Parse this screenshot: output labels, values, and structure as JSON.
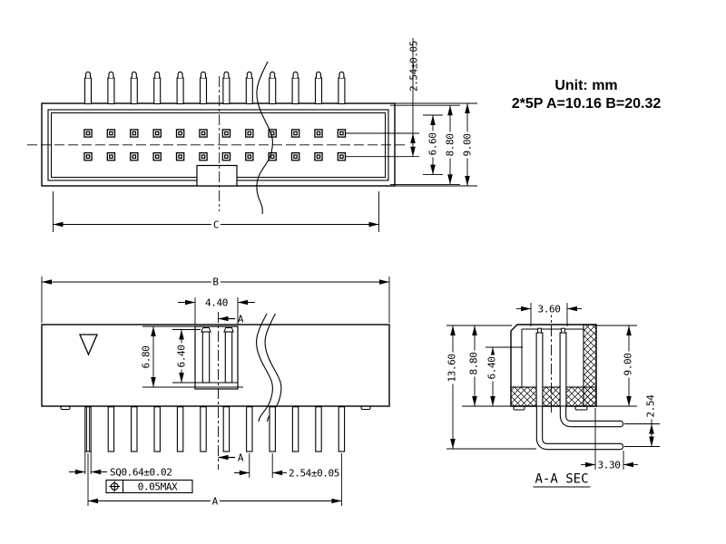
{
  "title": {
    "line1": "Unit: mm",
    "line2": "2*5P A=10.16 B=20.32"
  },
  "top_view": {
    "dim_row_pitch": "2.54±0.05",
    "dim_rows_span": "6.60",
    "dim_body_height": "8.80",
    "dim_total_height": "9.00",
    "dim_length": "C"
  },
  "front_view": {
    "dim_length": "B",
    "dim_slot_width": "4.40",
    "section_arrow_label": "A",
    "dim_inner_height": "6.80",
    "dim_cavity_height": "6.40",
    "dim_pin_square": "SQ0.64±0.02",
    "tolerance_frame_value": "0.05MAX",
    "dim_pin_pitch": "2.54±0.05",
    "dim_pin_span": "A"
  },
  "section_view": {
    "dim_slot_width": "3.60",
    "dim_total_height": "13.60",
    "dim_body_height": "8.80",
    "dim_cavity_height": "6.40",
    "dim_height": "9.00",
    "dim_lead_pitch": "2.54",
    "dim_lead_length": "3.30",
    "label": "A-A SEC"
  },
  "colors": {
    "line": "#000000",
    "background": "#ffffff",
    "text": "#000000"
  }
}
